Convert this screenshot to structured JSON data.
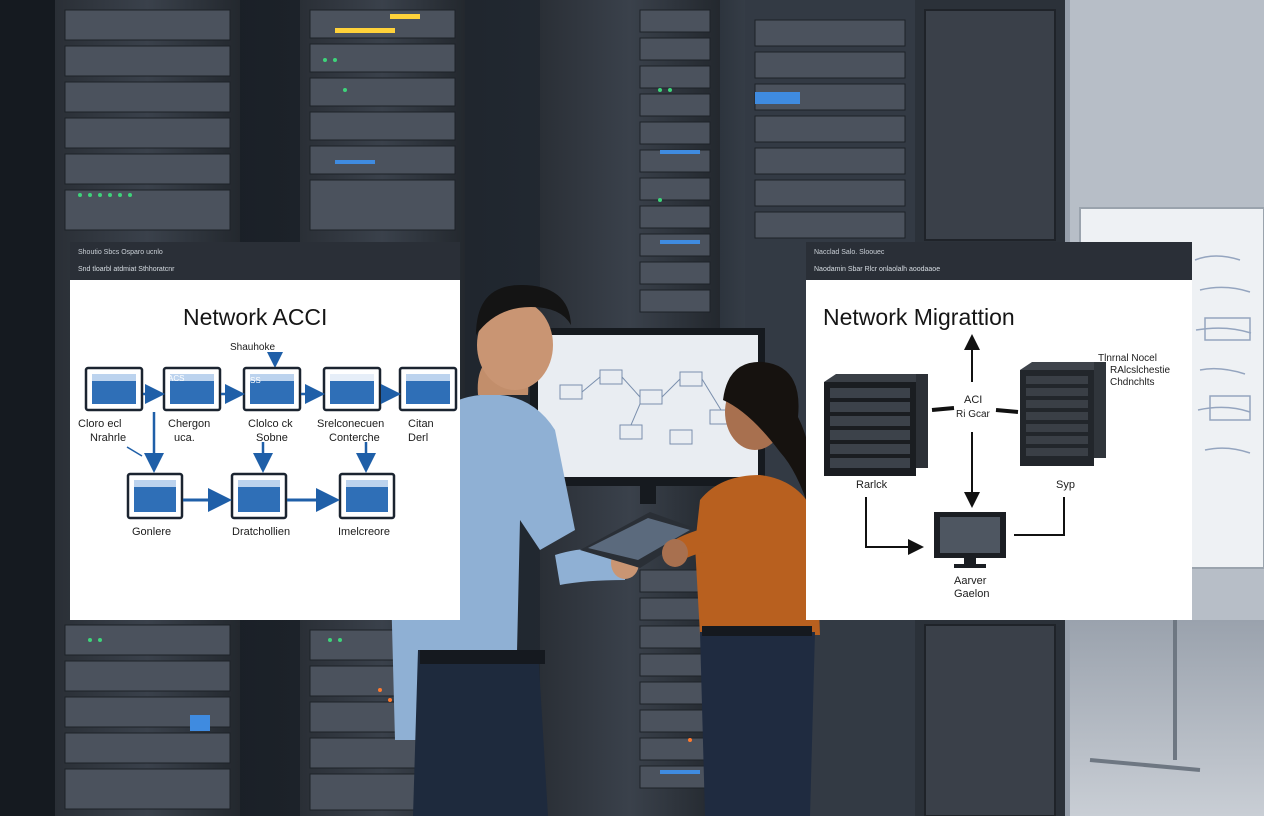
{
  "left_panel": {
    "chrome_line1": "Shoutio Sbcs  Osparo ucnlo",
    "chrome_line2": "Snd tloarbl atdmiat Sthhoratcnr",
    "title": "Network ACCI",
    "top_label": "Shauhoke",
    "nodes": [
      {
        "label_1": "Cloro ecl",
        "label_2": "Nrahrle",
        "badge": ""
      },
      {
        "label_1": "Chergon",
        "label_2": "uca.",
        "badge": "ACS"
      },
      {
        "label_1": "Clolco ck",
        "label_2": "Sobne",
        "badge": "SS"
      },
      {
        "label_1": "Srelconecuen",
        "label_2": "Conterche",
        "badge": ""
      },
      {
        "label_1": "Citan",
        "label_2": "Derl",
        "badge": ""
      }
    ],
    "bottom_nodes": [
      {
        "label": "Gonlere"
      },
      {
        "label": "Dratchollien"
      },
      {
        "label": "Imelcreore"
      }
    ]
  },
  "right_panel": {
    "chrome_line1": "Nacclad Salo. Sloouec",
    "chrome_line2": "Naodamin  Sbar Rlcr onlaolalh aoodaaoe",
    "title": "Network Migrattion",
    "left_server_label": "Rarlck",
    "right_server_label": "Syp",
    "center_label_1": "ACI",
    "center_label_2": "Ri Gcar",
    "annotation": [
      "Tlnrnal Nocel",
      "RAlcslchestie",
      "Chdnchlts"
    ],
    "monitor_label_1": "Aarver",
    "monitor_label_2": "Gaelon"
  },
  "colors": {
    "accent_blue": "#1f5fa8",
    "panel_bg": "#ffffff",
    "chrome_bg": "#2a2f37",
    "shirt_blue": "#8fb0d4",
    "jacket_orange": "#b8601f"
  }
}
